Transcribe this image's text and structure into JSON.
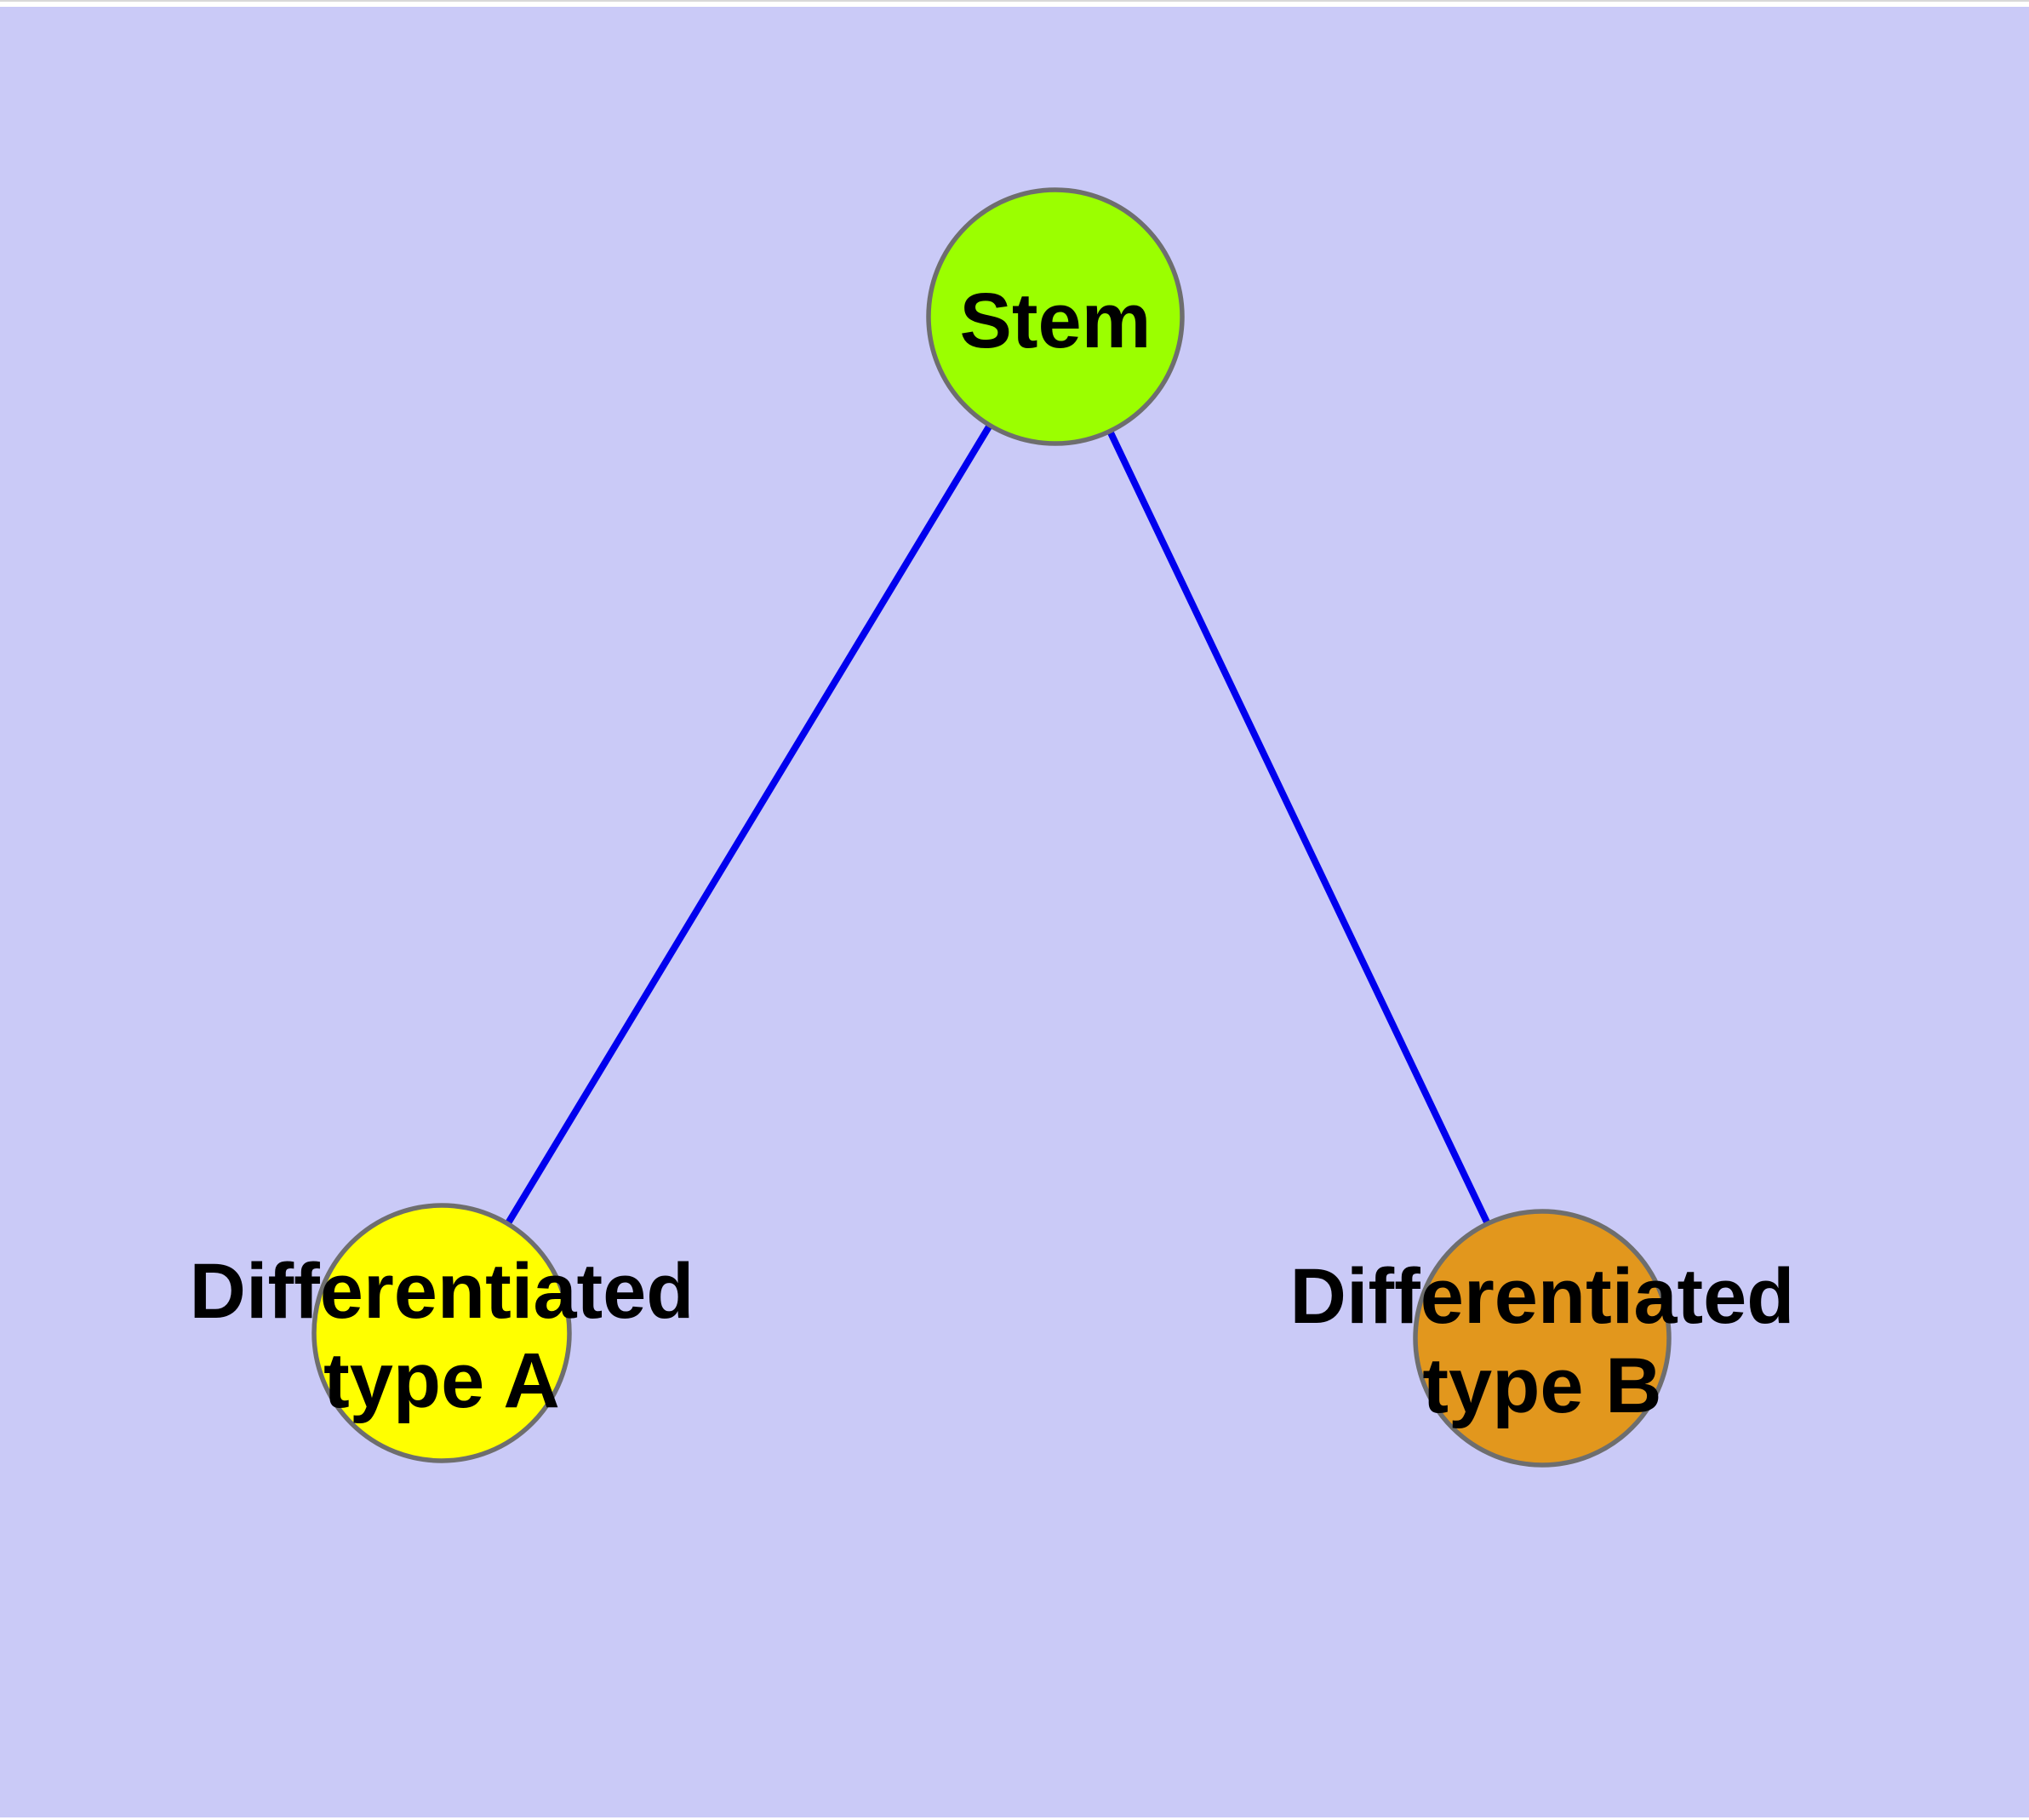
{
  "diagram": {
    "title": "",
    "background_color": "#CACAF7",
    "top_margin_color": "#FFFFFF",
    "top_border_color": "#D8D8D8",
    "edge_color": "#0000EE",
    "node_border_color": "#6E6E6E",
    "label_color": "#000000",
    "nodes": {
      "stem": {
        "id": "Stem",
        "label": "Stem",
        "color": "#9BFF00"
      },
      "type_a": {
        "id": "Differentiated type A",
        "label_line1": "Differentiated",
        "label_line2": "type A",
        "color": "#FFFF00"
      },
      "type_b": {
        "id": "Differentiated type B",
        "label_line1": "Differentiated",
        "label_line2": "type B",
        "color": "#E2971D"
      }
    },
    "edges": [
      {
        "from": "Stem",
        "to": "Differentiated type A"
      },
      {
        "from": "Stem",
        "to": "Differentiated type B"
      }
    ]
  }
}
